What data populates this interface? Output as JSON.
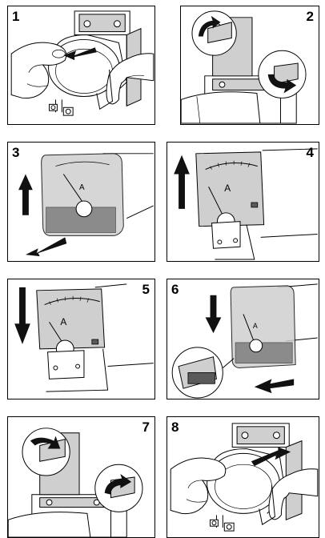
{
  "panels": [
    {
      "label": "1"
    },
    {
      "label": "2"
    },
    {
      "label": "3"
    },
    {
      "label": "4"
    },
    {
      "label": "5"
    },
    {
      "label": "6"
    },
    {
      "label": "7"
    },
    {
      "label": "8"
    }
  ],
  "meter_scale_symbol": "A"
}
